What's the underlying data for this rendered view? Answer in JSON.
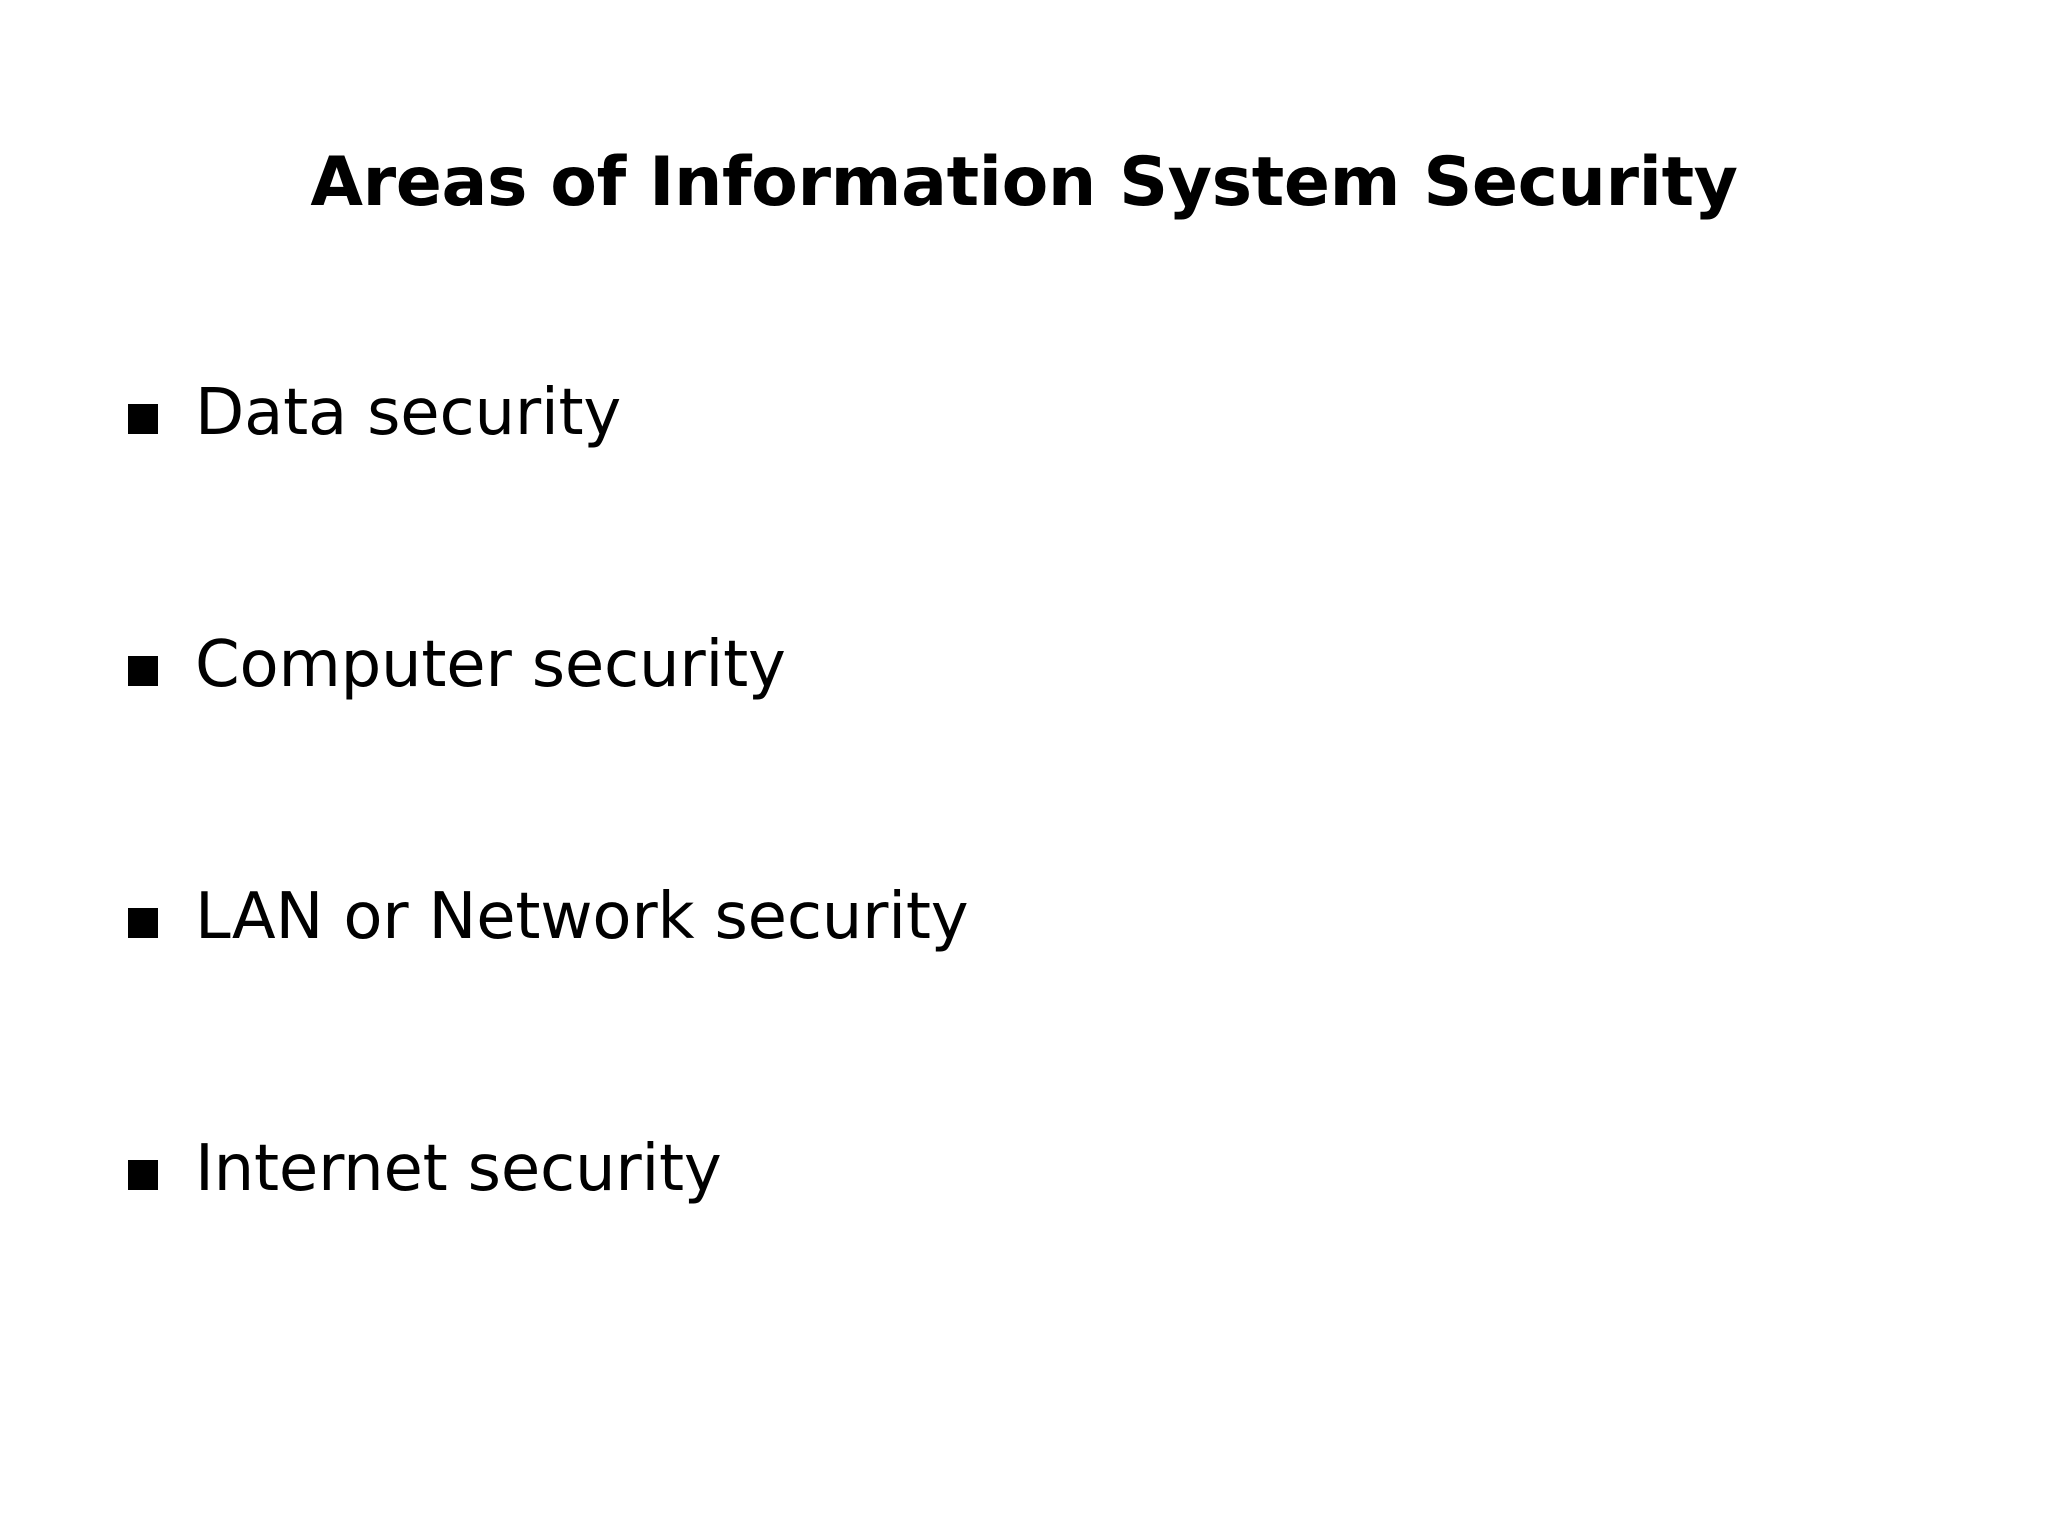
{
  "slide": {
    "title": "Areas of Information System Security",
    "background_color": "#ffffff",
    "text_color": "#000000",
    "bullet_marker_glyph": "square-bullet",
    "bullets": [
      {
        "label": "Data security"
      },
      {
        "label": "Computer security"
      },
      {
        "label": "LAN or Network security"
      },
      {
        "label": "Internet security"
      }
    ]
  }
}
